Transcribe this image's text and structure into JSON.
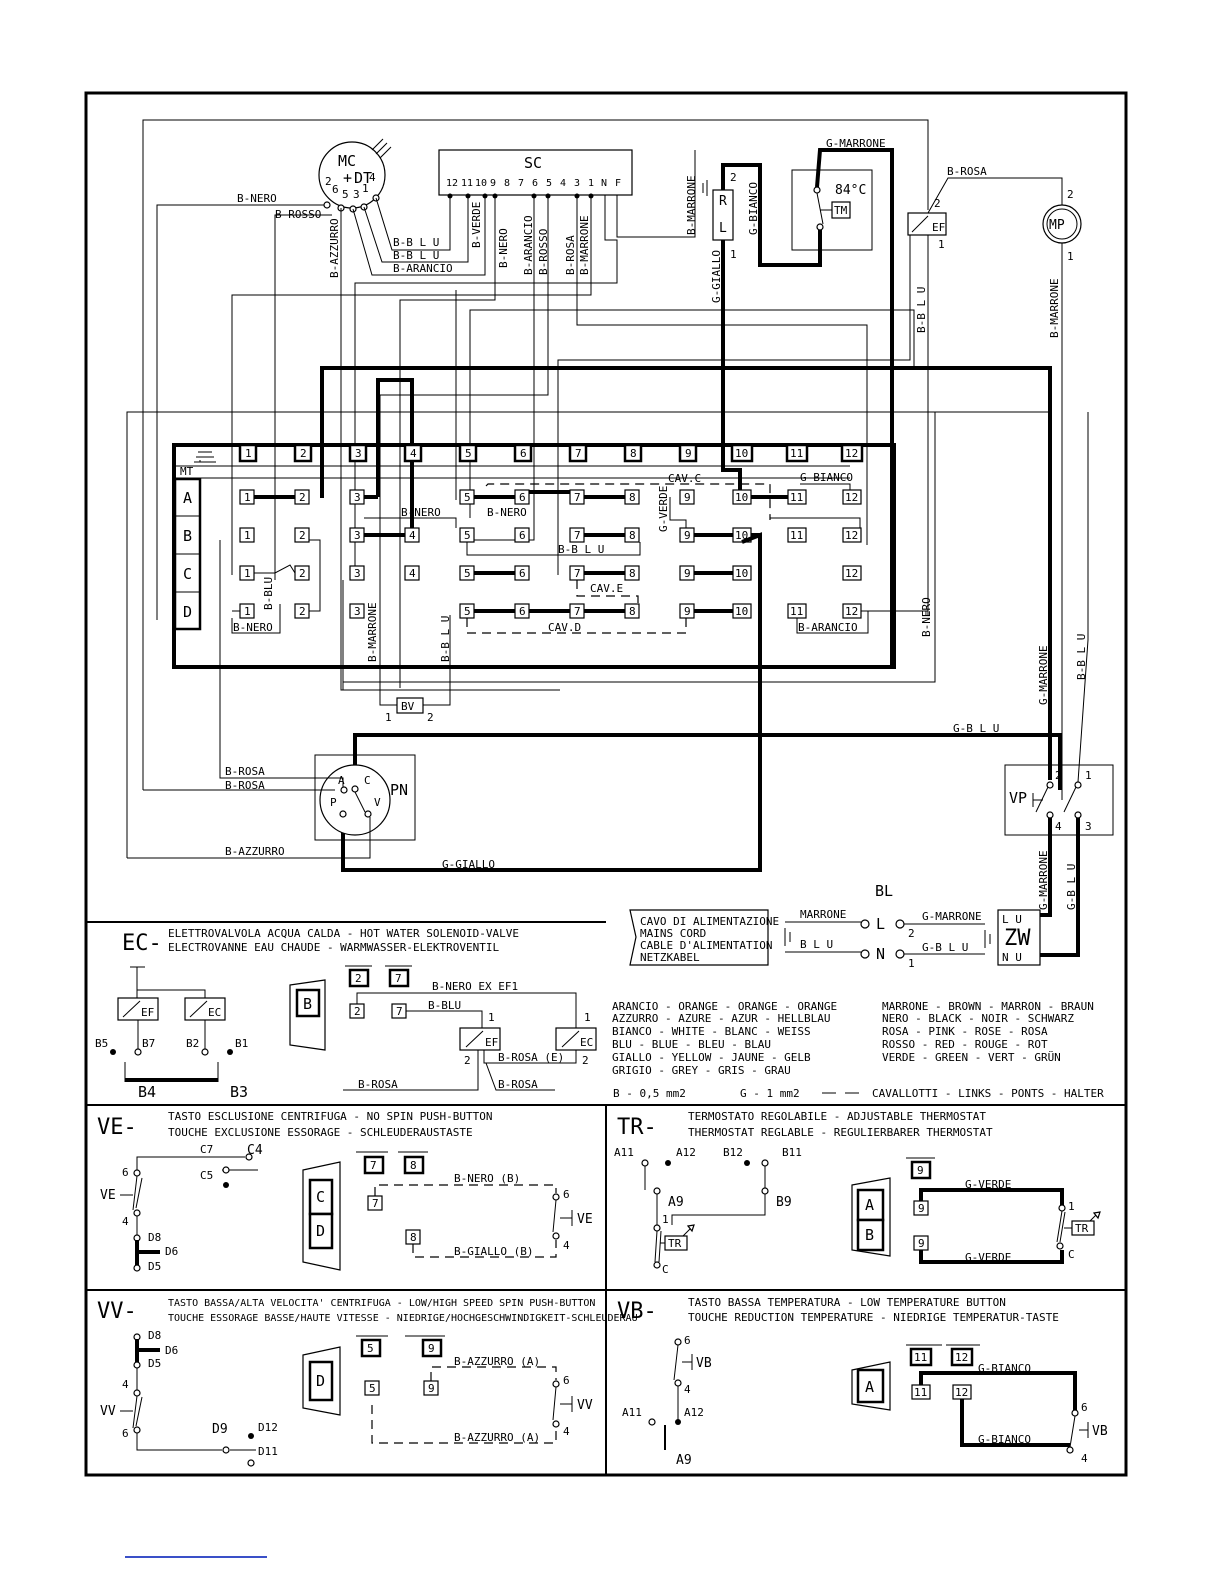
{
  "components": {
    "motor": {
      "label1": "MC",
      "label2": "DT",
      "pins": [
        "2",
        "6",
        "5",
        "3",
        "1",
        "4"
      ]
    },
    "sc": {
      "label": "SC",
      "pins": [
        "12",
        "11",
        "10",
        "9",
        "8",
        "7",
        "6",
        "5",
        "4",
        "3",
        "1",
        "N",
        "F"
      ]
    },
    "rl": {
      "top": "2",
      "r": "R",
      "l": "L",
      "bottom": "1"
    },
    "tm": {
      "label": "TM",
      "temp": "84°C"
    },
    "ef_top": {
      "label": "EF",
      "p2": "2",
      "p1": "1"
    },
    "mp": {
      "label": "MP",
      "p2": "2",
      "p1": "1"
    },
    "mt": "MT",
    "rows": [
      "A",
      "B",
      "C",
      "D"
    ],
    "bv": {
      "label": "BV",
      "p1": "1",
      "p2": "2"
    },
    "pn": {
      "label": "PN",
      "a": "A",
      "c": "C",
      "p": "P",
      "v": "V"
    },
    "vp": {
      "label": "VP",
      "p2": "2",
      "p1": "1",
      "p4": "4",
      "p3": "3"
    },
    "bl": {
      "label": "BL",
      "l": "L",
      "n": "N",
      "p2": "2",
      "p1": "1"
    },
    "zw": {
      "label": "ZW",
      "lu": "L U",
      "nu": "N U"
    },
    "terminals": [
      "1",
      "2",
      "3",
      "4",
      "5",
      "6",
      "7",
      "8",
      "9",
      "10",
      "11",
      "12"
    ]
  },
  "wires": {
    "b_nero": "B-NERO",
    "b_rosso": "B-ROSSO",
    "b_azzurro": "B-AZZURRO",
    "b_blu": "B-B L U",
    "b_arancio": "B-ARANCIO",
    "b_verde": "B-VERDE",
    "b_rosa": "B-ROSA",
    "b_marrone": "B-MARRONE",
    "g_marrone": "G-MARRONE",
    "g_bianco": "G-BIANCO",
    "g_giallo": "G-GIALLO",
    "g_verde": "G-VERDE",
    "g_blu": "G-B L U",
    "b_blu_short": "B-BLU",
    "cav_c": "CAV.C",
    "cav_d": "CAV.D",
    "cav_e": "CAV.E",
    "marrone": "MARRONE",
    "blu": "B L U"
  },
  "mains_cord": [
    "CAVO DI ALIMENTAZIONE",
    "MAINS CORD",
    "CABLE D'ALIMENTATION",
    "NETZKABEL"
  ],
  "ec_panel": {
    "code": "EC-",
    "line1": "ELETTROVALVOLA ACQUA CALDA - HOT WATER SOLENOID-VALVE",
    "line2": "ELECTROVANNE EAU CHAUDE - WARMWASSER-ELEKTROVENTIL",
    "ef": "EF",
    "ec": "EC",
    "b5": "B5",
    "b7": "B7",
    "b2": "B2",
    "b1": "B1",
    "b4": "B4",
    "b3": "B3",
    "block": "B",
    "t2": "2",
    "t7": "7",
    "nero_ex": "B-NERO EX EF1",
    "blu": "B-BLU",
    "rosa_e": "B-ROSA (E)",
    "rosa": "B-ROSA"
  },
  "legend": {
    "left": [
      "ARANCIO - ORANGE  - ORANGE - ORANGE",
      "AZZURRO - AZURE   - AZUR   - HELLBLAU",
      "BIANCO  - WHITE   - BLANC  - WEISS",
      "BLU     - BLUE    - BLEU   - BLAU",
      "GIALLO  - YELLOW  - JAUNE  - GELB",
      "GRIGIO  - GREY    - GRIS   - GRAU"
    ],
    "right": [
      "MARRONE - BROWN - MARRON - BRAUN",
      "NERO    - BLACK - NOIR   - SCHWARZ",
      "ROSA    - PINK  - ROSE   - ROSA",
      "ROSSO   - RED   - ROUGE  - ROT",
      "VERDE   - GREEN - VERT   - GRÜN"
    ],
    "footer_b": "B - 0,5 mm2",
    "footer_g": "G - 1 mm2",
    "footer_links": "CAVALLOTTI - LINKS - PONTS - HALTER"
  },
  "ve_panel": {
    "code": "VE-",
    "line1": "TASTO ESCLUSIONE CENTRIFUGA - NO SPIN PUSH-BUTTON",
    "line2": "TOUCHE EXCLUSIONE ESSORAGE - SCHLEUDERAUSTASTE",
    "c7": "C7",
    "c4": "C4",
    "c5": "C5",
    "ve": "VE",
    "p6": "6",
    "p4": "4",
    "d8": "D8",
    "d6": "D6",
    "d5": "D5",
    "c": "C",
    "d": "D",
    "t7": "7",
    "t8": "8",
    "nero_b": "B-NERO (B)",
    "giallo_b": "B-GIALLO (B)"
  },
  "tr_panel": {
    "code": "TR-",
    "line1": "TERMOSTATO REGOLABILE - ADJUSTABLE THERMOSTAT",
    "line2": "THERMOSTAT REGLABLE - REGULIERBARER THERMOSTAT",
    "a11": "A11",
    "a12": "A12",
    "b12": "B12",
    "b11": "B11",
    "a9": "A9",
    "b9": "B9",
    "tr": "TR",
    "p1": "1",
    "c": "C",
    "a": "A",
    "b": "B",
    "t9": "9",
    "g_verde": "G-VERDE"
  },
  "vv_panel": {
    "code": "VV-",
    "line1": "TASTO BASSA/ALTA VELOCITA' CENTRIFUGA - LOW/HIGH SPEED SPIN PUSH-BUTTON",
    "line2": "TOUCHE ESSORAGE BASSE/HAUTE VITESSE - NIEDRIGE/HOCHGESCHWINDIGKEIT-SCHLEUDERAU",
    "d8": "D8",
    "d6": "D6",
    "d5": "D5",
    "p4": "4",
    "p6": "6",
    "vv": "VV",
    "d9": "D9",
    "d12": "D12",
    "d11": "D11",
    "d": "D",
    "t5": "5",
    "t9": "9",
    "azzurro_a": "B-AZZURRO (A)"
  },
  "vb_panel": {
    "code": "VB-",
    "line1": "TASTO BASSA TEMPERATURA - LOW TEMPERATURE BUTTON",
    "line2": "TOUCHE REDUCTION TEMPERATURE - NIEDRIGE TEMPERATUR-TASTE",
    "p6": "6",
    "vb": "VB",
    "p4": "4",
    "a11": "A11",
    "a12": "A12",
    "a9": "A9",
    "a": "A",
    "t11": "11",
    "t12": "12",
    "g_bianco": "G-BIANCO"
  }
}
